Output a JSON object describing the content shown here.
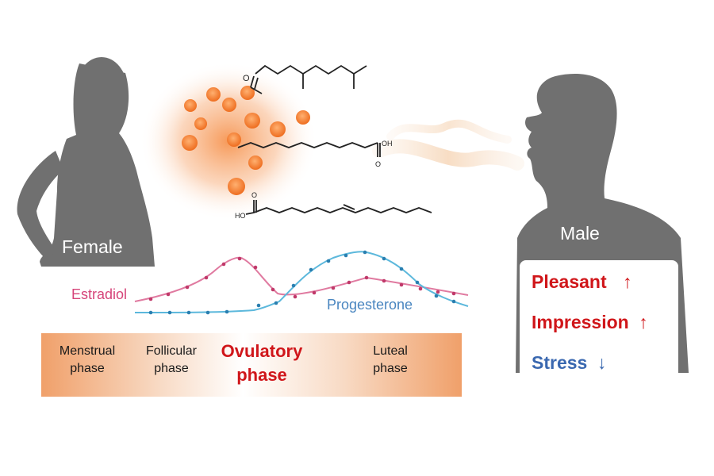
{
  "female": {
    "label": "Female"
  },
  "male": {
    "label": "Male"
  },
  "hormones": [
    {
      "name": "Estradiol",
      "color": "#d6457a"
    },
    {
      "name": "Progesterone",
      "color": "#4a86c0"
    }
  ],
  "phases": [
    {
      "line1": "Menstrual",
      "line2": "phase",
      "emphasis": false
    },
    {
      "line1": "Follicular",
      "line2": "phase",
      "emphasis": false
    },
    {
      "line1": "Ovulatory",
      "line2": "phase",
      "emphasis": true
    },
    {
      "line1": "Luteal",
      "line2": "phase",
      "emphasis": false
    }
  ],
  "effects": [
    {
      "text": "Pleasant",
      "arrow": "↑",
      "color": "#d0161a"
    },
    {
      "text": "Impression",
      "arrow": "↑",
      "color": "#d0161a"
    },
    {
      "text": "Stress",
      "arrow": "↓",
      "color": "#3a68b0"
    }
  ],
  "molecules": [
    {
      "name": "ketone-molecule",
      "atom_labels": [
        "O"
      ]
    },
    {
      "name": "saturated-fatty-acid-molecule",
      "atom_labels": [
        "OH",
        "O"
      ]
    },
    {
      "name": "unsaturated-fatty-acid-molecule",
      "atom_labels": [
        "O",
        "HO"
      ]
    }
  ]
}
